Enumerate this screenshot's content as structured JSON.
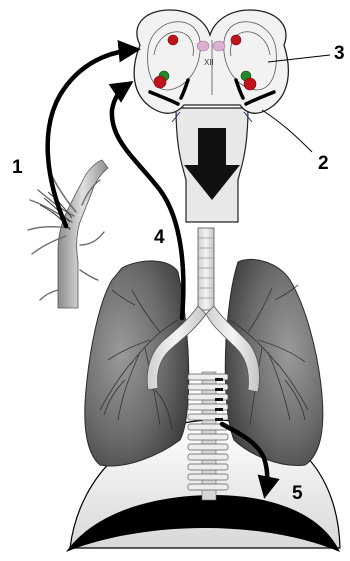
{
  "labels": {
    "one": "1",
    "two": "2",
    "three": "3",
    "four": "4",
    "five": "5",
    "nucleus": "XII"
  },
  "colors": {
    "outline": "#000000",
    "lung_dark": "#5d5d5d",
    "lung_light": "#a9a9a9",
    "brainstem": "#ececec",
    "diaphragm": "#f0f0f0",
    "nucleus_red": "#c0141c",
    "nucleus_green": "#1f8a2c",
    "nucleus_pink": "#d9b0d0"
  },
  "icons": {
    "arrow_down": "arrow-down-icon",
    "carotid": "carotid-body-icon",
    "spine": "spine-icon"
  }
}
